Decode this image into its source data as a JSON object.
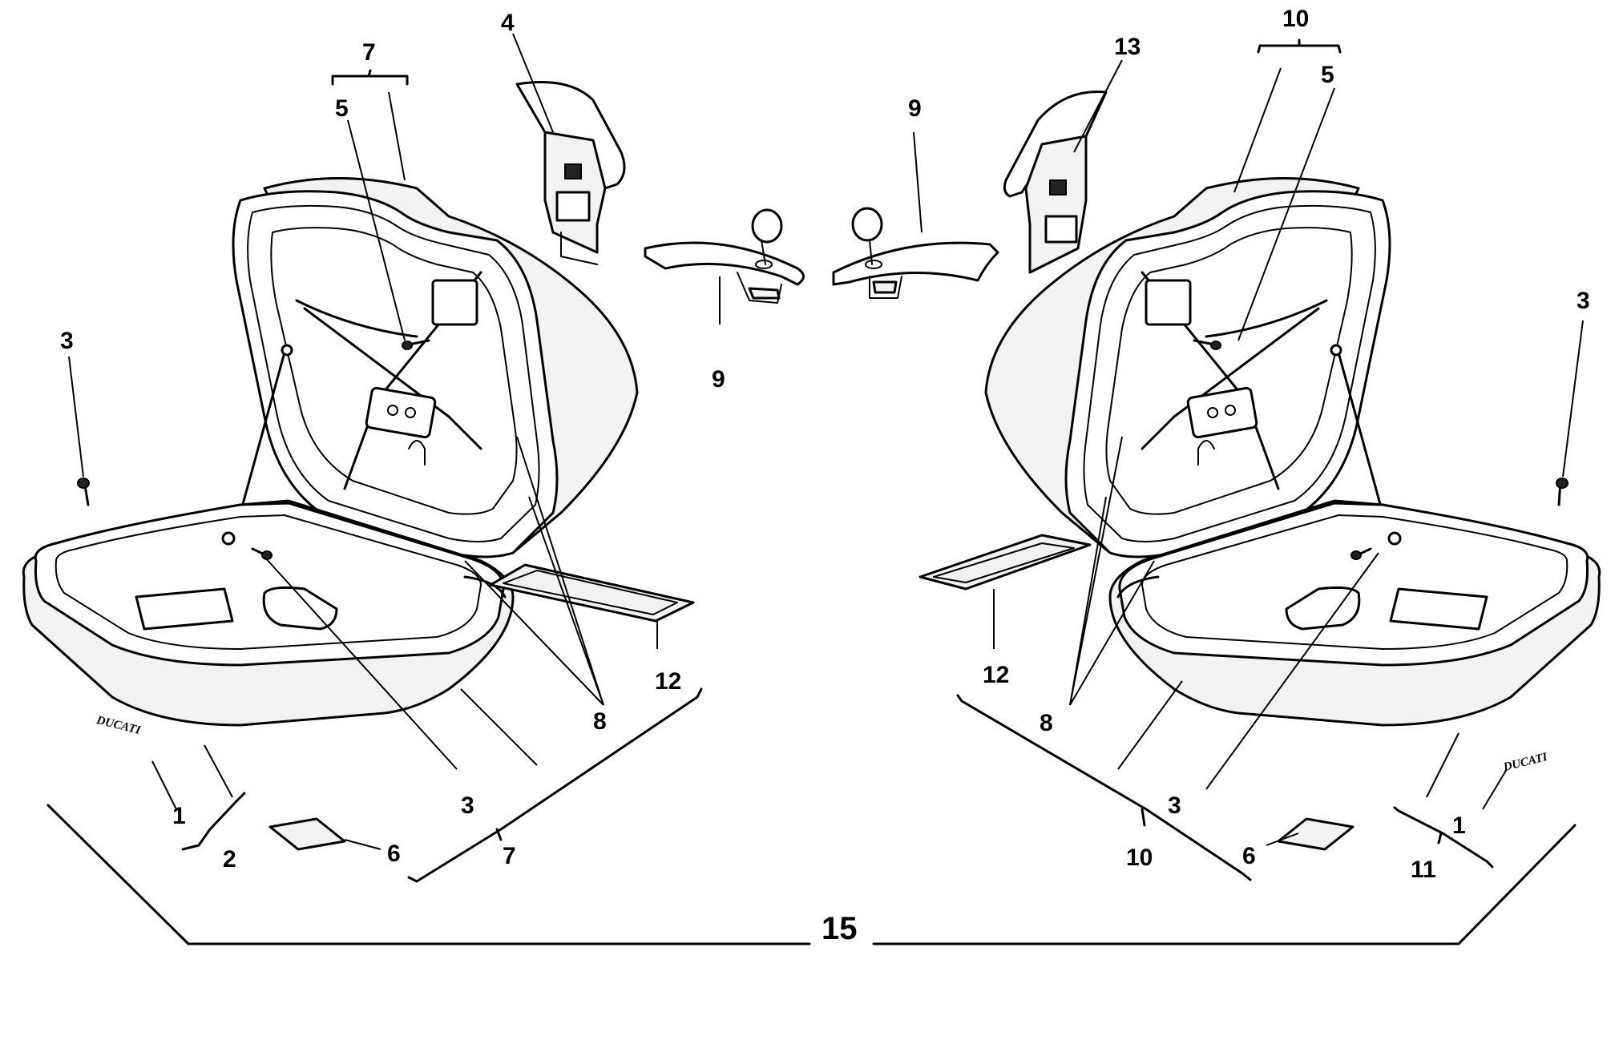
{
  "callouts": {
    "n1_left": "1",
    "n2": "2",
    "n3_left_top": "3",
    "n3_left_bottom": "3",
    "n4": "4",
    "n5_left": "5",
    "n6_left": "6",
    "n7_top": "7",
    "n7_bottom": "7",
    "n8_left": "8",
    "n9_bottom": "9",
    "n9_top": "9",
    "n12_left": "12",
    "n10_top": "10",
    "n13": "13",
    "n5_right": "5",
    "n3_right_top": "3",
    "n12_right": "12",
    "n8_right": "8",
    "n3_right_bottom": "3",
    "n10_bottom": "10",
    "n6_right": "6",
    "n1_right": "1",
    "n11": "11",
    "n15": "15"
  },
  "decals": {
    "left_brand": "DUCATI",
    "right_brand": "DUCATI"
  }
}
